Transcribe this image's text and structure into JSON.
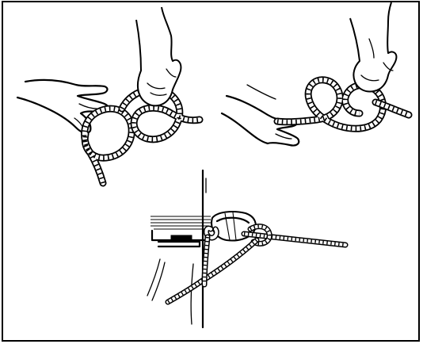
{
  "figure": {
    "panels": [
      {
        "id": "step-1",
        "depicts": "hands-forming-two-loops-icon"
      },
      {
        "id": "step-2",
        "depicts": "hands-crossing-loops-icon"
      },
      {
        "id": "step-3",
        "depicts": "clove-hitch-on-carabiner-icon"
      }
    ],
    "colors": {
      "ink": "#000000",
      "paper": "#ffffff"
    }
  }
}
